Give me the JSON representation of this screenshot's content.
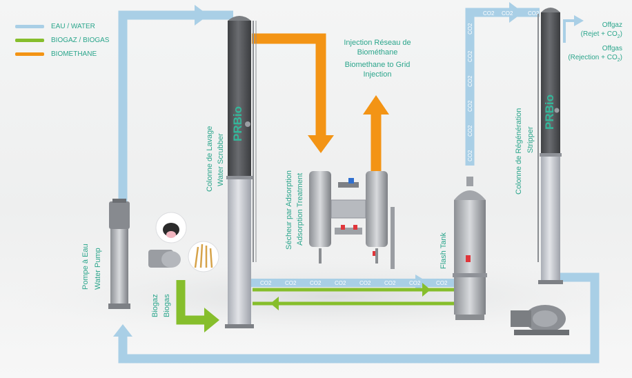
{
  "legend": {
    "items": [
      {
        "label": "EAU / WATER",
        "color": "#a9cfe6"
      },
      {
        "label": "BIOGAZ / BIOGAS",
        "color": "#86be2c"
      },
      {
        "label": "BIOMETHANE",
        "color": "#f39415"
      }
    ]
  },
  "labels": {
    "injection_fr_1": "Injection Réseau de",
    "injection_fr_2": "Biométhane",
    "injection_en_1": "Biomethane to Grid",
    "injection_en_2": "Injection",
    "offgaz_fr": "Offgaz",
    "offgaz_fr_detail": "(Rejet + CO",
    "offgaz_en": "Offgas",
    "offgaz_en_detail": "(Rejection + CO",
    "co2_sub": "2",
    "co2_close": ")",
    "scrubber_fr": "Colonne de Lavage",
    "scrubber_en": "Water Scrubber",
    "dryer_fr": "Sécheur par Adsorption",
    "dryer_en": "Adsorption Treatment",
    "flash_tank": "Flash Tank",
    "stripper_fr": "Colonne de Régénération",
    "stripper_en": "Stripper",
    "pump_fr": "Pompe à Eau",
    "pump_en": "Water Pump",
    "biogas_fr": "Biogaz",
    "biogas_en": "Biogas",
    "brand": "PRBio",
    "co2_tag": "CO2"
  },
  "colors": {
    "water": "#a9cfe6",
    "biogas": "#86be2c",
    "biomethane": "#f39415",
    "label": "#2aa58b",
    "column_dark": "#5a5c5f",
    "column_light": "#c9ccd2"
  }
}
